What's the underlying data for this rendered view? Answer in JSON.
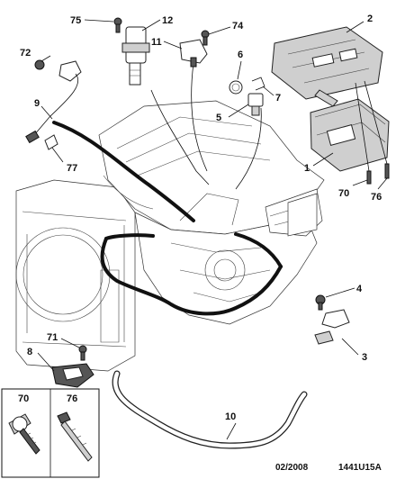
{
  "callouts": {
    "c1": "1",
    "c2": "2",
    "c3": "3",
    "c4": "4",
    "c5": "5",
    "c6": "6",
    "c7": "7",
    "c8": "8",
    "c9": "9",
    "c10": "10",
    "c11": "11",
    "c12": "12",
    "c70": "70",
    "c71": "71",
    "c72": "72",
    "c74": "74",
    "c75": "75",
    "c76": "76",
    "c77": "77"
  },
  "inset": {
    "left_label": "70",
    "right_label": "76"
  },
  "footer": {
    "date": "02/2008",
    "reference": "1441U15A"
  }
}
